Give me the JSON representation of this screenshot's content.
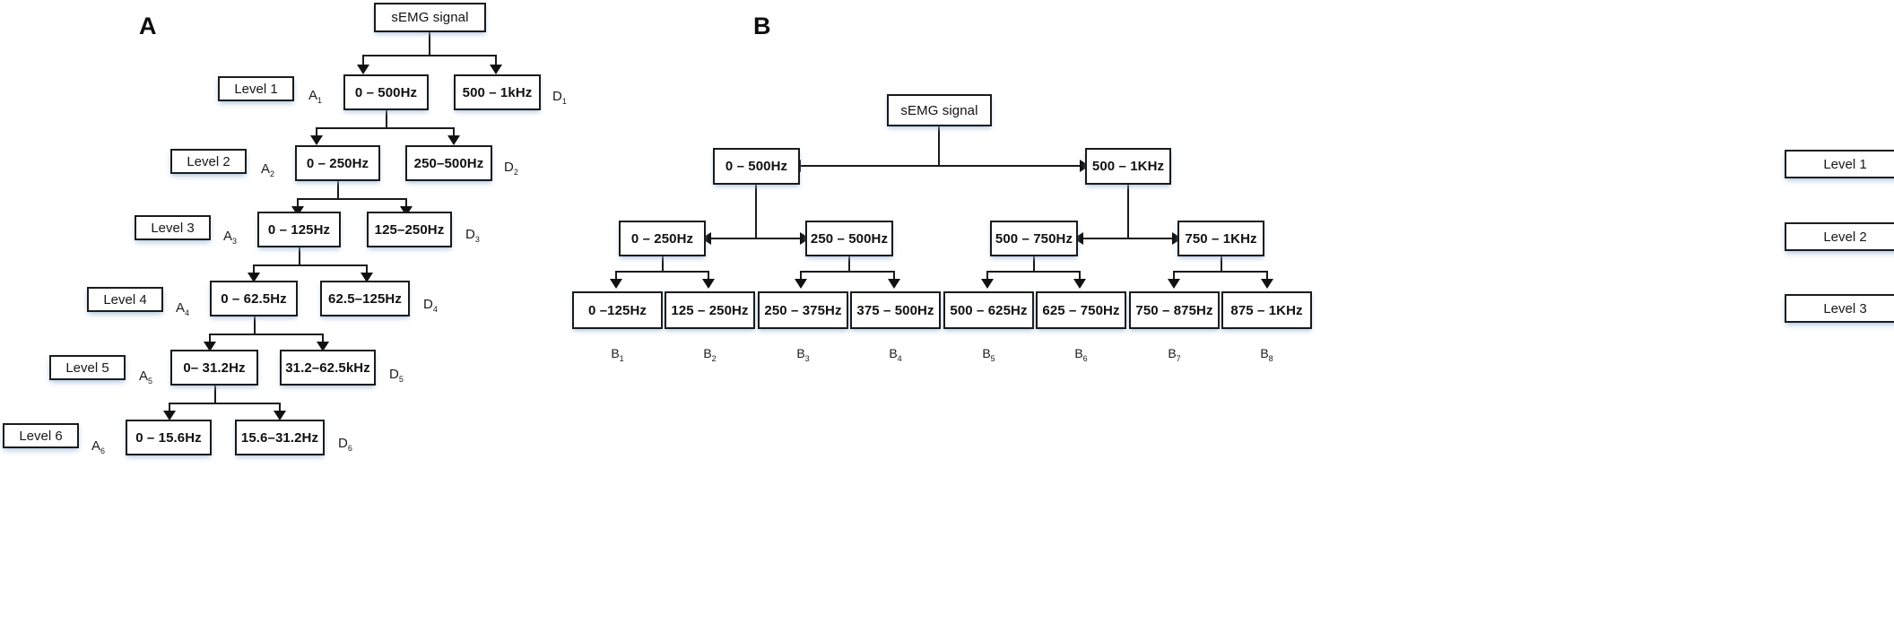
{
  "figure": {
    "panels": [
      {
        "letter": "A",
        "name": "dwt-cascade-tree"
      },
      {
        "letter": "B",
        "name": "wpd-full-tree"
      }
    ]
  },
  "panelA": {
    "letter": "A",
    "root": "sEMG signal",
    "levels": [
      {
        "level_label": "Level 1",
        "approx_tag": "A",
        "approx_sub": "1",
        "detail_tag": "D",
        "detail_sub": "1",
        "approx_band": "0 – 500Hz",
        "detail_band": "500 – 1kHz"
      },
      {
        "level_label": "Level 2",
        "approx_tag": "A",
        "approx_sub": "2",
        "detail_tag": "D",
        "detail_sub": "2",
        "approx_band": "0 – 250Hz",
        "detail_band": "250–500Hz"
      },
      {
        "level_label": "Level 3",
        "approx_tag": "A",
        "approx_sub": "3",
        "detail_tag": "D",
        "detail_sub": "3",
        "approx_band": "0 – 125Hz",
        "detail_band": "125–250Hz"
      },
      {
        "level_label": "Level 4",
        "approx_tag": "A",
        "approx_sub": "4",
        "detail_tag": "D",
        "detail_sub": "4",
        "approx_band": "0 – 62.5Hz",
        "detail_band": "62.5–125Hz"
      },
      {
        "level_label": "Level 5",
        "approx_tag": "A",
        "approx_sub": "5",
        "detail_tag": "D",
        "detail_sub": "5",
        "approx_band": "0– 31.2Hz",
        "detail_band": "31.2–62.5kHz"
      },
      {
        "level_label": "Level 6",
        "approx_tag": "A",
        "approx_sub": "6",
        "detail_tag": "D",
        "detail_sub": "6",
        "approx_band": "0 – 15.6Hz",
        "detail_band": "15.6–31.2Hz"
      }
    ]
  },
  "panelB": {
    "letter": "B",
    "root": "sEMG signal",
    "level_labels": [
      "Level 1",
      "Level 2",
      "Level 3"
    ],
    "level1": [
      "0 – 500Hz",
      "500 – 1KHz"
    ],
    "level2": [
      "0 – 250Hz",
      "250 – 500Hz",
      "500 – 750Hz",
      "750 – 1KHz"
    ],
    "level3": [
      "0 –125Hz",
      "125 – 250Hz",
      "250 – 375Hz",
      "375 – 500Hz",
      "500 – 625Hz",
      "625 – 750Hz",
      "750 – 875Hz",
      "875 – 1KHz"
    ],
    "leaf_tags": [
      {
        "tag": "B",
        "sub": "1"
      },
      {
        "tag": "B",
        "sub": "2"
      },
      {
        "tag": "B",
        "sub": "3"
      },
      {
        "tag": "B",
        "sub": "4"
      },
      {
        "tag": "B",
        "sub": "5"
      },
      {
        "tag": "B",
        "sub": "6"
      },
      {
        "tag": "B",
        "sub": "7"
      },
      {
        "tag": "B",
        "sub": "8"
      }
    ]
  },
  "colors": {
    "stroke": "#1a1a1a",
    "text": "#111111",
    "shadow": "#96b9dc",
    "background": "#ffffff"
  }
}
